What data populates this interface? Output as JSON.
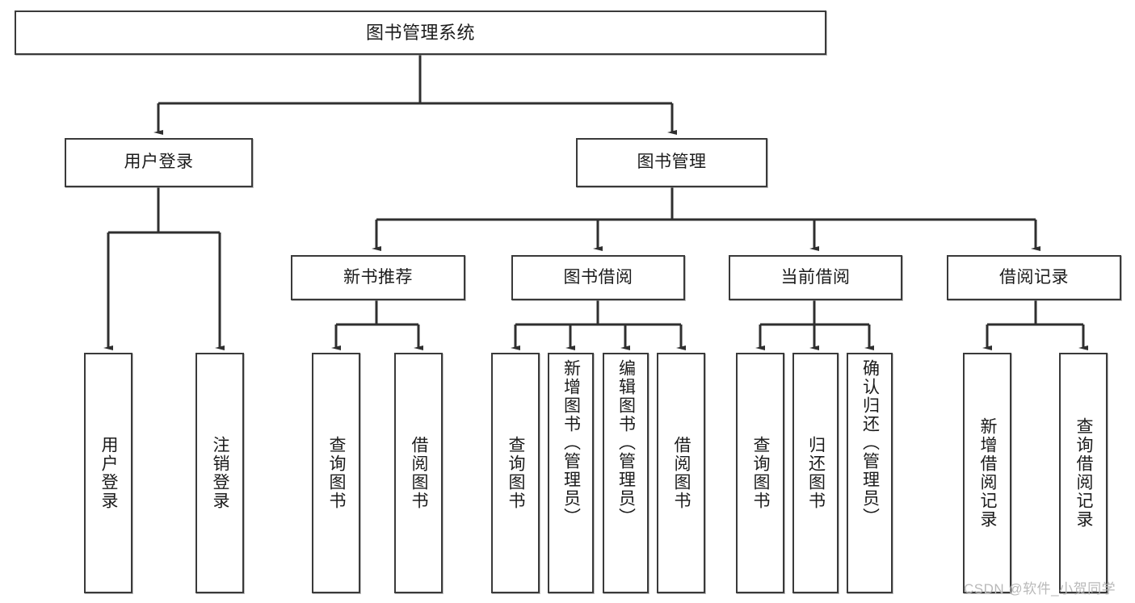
{
  "diagram": {
    "title": "图书管理系统",
    "type": "functional-structure-tree",
    "watermark": "CSDN @软件_小贺同学",
    "colors": {
      "background": "#ffffff",
      "box_border": "#3a3a3a",
      "box_fill": "#ffffff",
      "connector": "#2f2f2f",
      "text": "#1b1b1b",
      "watermark": "#b9b9b9"
    },
    "root": {
      "label": "图书管理系统"
    },
    "level2": [
      {
        "id": "user-login",
        "label": "用户登录"
      },
      {
        "id": "book-manage",
        "label": "图书管理"
      }
    ],
    "level3": [
      {
        "id": "new-book-recommend",
        "label": "新书推荐"
      },
      {
        "id": "book-borrow",
        "label": "图书借阅"
      },
      {
        "id": "current-borrow",
        "label": "当前借阅"
      },
      {
        "id": "borrow-record",
        "label": "借阅记录"
      }
    ],
    "leaves": {
      "user_login": [
        {
          "id": "leaf-user-login",
          "label": "用户登录"
        },
        {
          "id": "leaf-logout-login",
          "label": "注销登录"
        }
      ],
      "new_book_recommend": [
        {
          "id": "leaf-query-book-1",
          "label": "查询图书"
        },
        {
          "id": "leaf-borrow-book-1",
          "label": "借阅图书"
        }
      ],
      "book_borrow": [
        {
          "id": "leaf-query-book-2",
          "label": "查询图书"
        },
        {
          "id": "leaf-add-book",
          "label": "新增图书（管理员）"
        },
        {
          "id": "leaf-edit-book",
          "label": "编辑图书（管理员）"
        },
        {
          "id": "leaf-borrow-book-2",
          "label": "借阅图书"
        }
      ],
      "current_borrow": [
        {
          "id": "leaf-query-book-3",
          "label": "查询图书"
        },
        {
          "id": "leaf-return-book",
          "label": "归还图书"
        },
        {
          "id": "leaf-confirm-return",
          "label": "确认归还（管理员）"
        }
      ],
      "borrow_record": [
        {
          "id": "leaf-add-record",
          "label": "新增借阅记录"
        },
        {
          "id": "leaf-query-record",
          "label": "查询借阅记录"
        }
      ]
    }
  }
}
